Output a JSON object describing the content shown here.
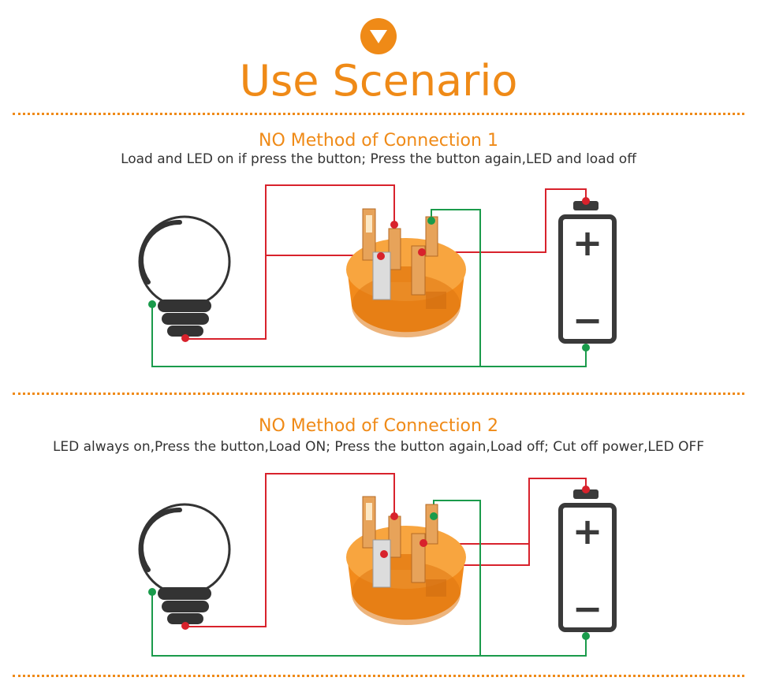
{
  "header": {
    "title": "Use Scenario",
    "badge_icon": "triangle-down-icon"
  },
  "colors": {
    "accent": "#ef8a17",
    "red_wire": "#d8222c",
    "green_wire": "#1a9b4b",
    "switch_body": "#f28a1b",
    "battery_outline": "#3a3a3a"
  },
  "sections": [
    {
      "title": "NO  Method of Connection 1",
      "description": "Load and LED on if press the button;  Press the button again,LED and load off",
      "battery_plus": "+",
      "battery_minus": "−"
    },
    {
      "title": "NO  Method of Connection 2",
      "description": "LED always on,Press the button,Load ON;  Press the button again,Load off;   Cut off power,LED OFF",
      "battery_plus": "+",
      "battery_minus": "−"
    }
  ]
}
